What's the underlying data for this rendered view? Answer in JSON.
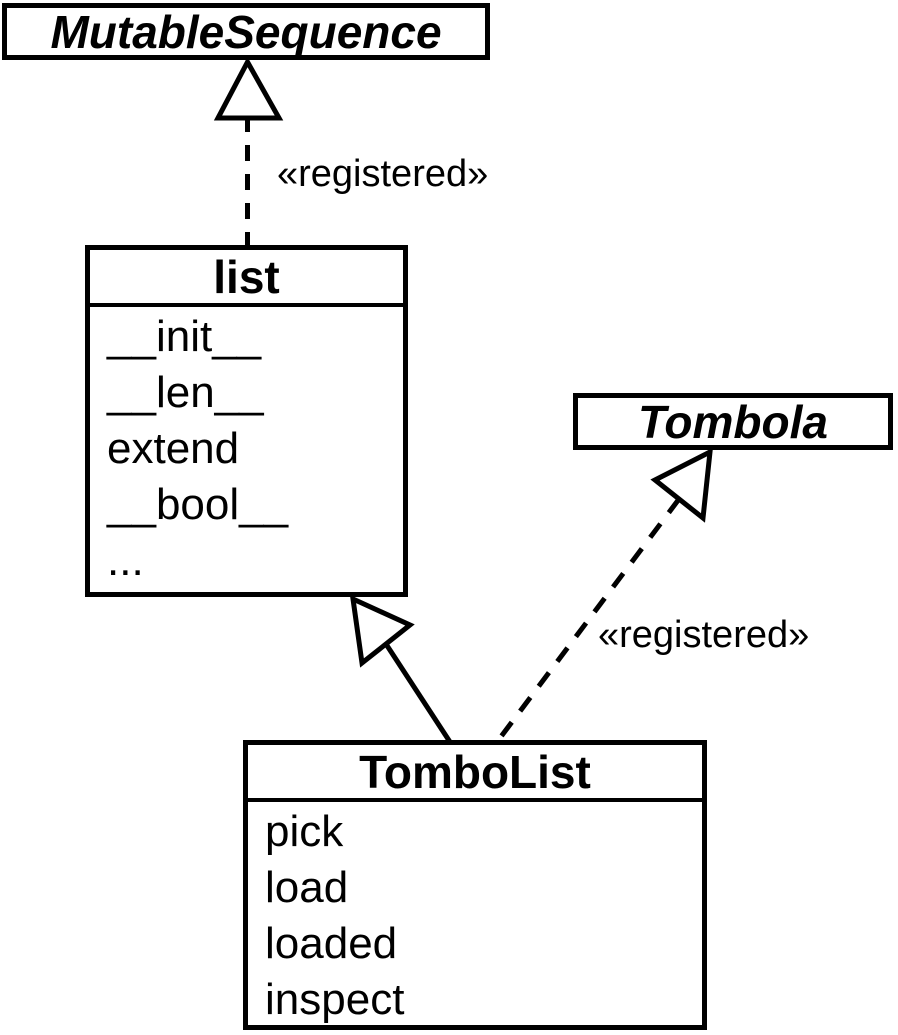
{
  "diagram": {
    "kind": "uml-class-diagram",
    "colors": {
      "line": "#000000",
      "fill": "#ffffff",
      "text": "#000000"
    },
    "classes": {
      "mutable_sequence": {
        "name": "MutableSequence",
        "stereotype": "abstract"
      },
      "list": {
        "name": "list",
        "methods": [
          "__init__",
          "__len__",
          "extend",
          "__bool__",
          "..."
        ]
      },
      "tombola": {
        "name": "Tombola",
        "stereotype": "abstract"
      },
      "tombolist": {
        "name": "TomboList",
        "methods": [
          "pick",
          "load",
          "loaded",
          "inspect"
        ]
      }
    },
    "relationships": {
      "list_to_mutable_sequence": {
        "from": "list",
        "to": "MutableSequence",
        "type": "registered-virtual-subclass",
        "line": "dashed",
        "label": "«registered»"
      },
      "tombolist_to_list": {
        "from": "TomboList",
        "to": "list",
        "type": "inheritance",
        "line": "solid",
        "label": ""
      },
      "tombolist_to_tombola": {
        "from": "TomboList",
        "to": "Tombola",
        "type": "registered-virtual-subclass",
        "line": "dashed",
        "label": "«registered»"
      }
    }
  }
}
